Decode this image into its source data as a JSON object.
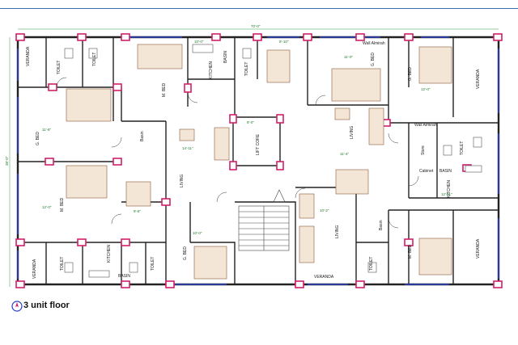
{
  "caption": "3 unit floor",
  "dimensions": {
    "top_overall": "70'-0\"",
    "left_overall": "38'-0\""
  },
  "rooms": {
    "veranda_tl": "VERANDA",
    "toilet_tl": "TOILET",
    "toilet_tl2": "TOILET",
    "m_bed_top": "M. BED",
    "kitchen_top": "KITCHEN",
    "basin_top": "BASIN",
    "toilet_top_mid": "TOILET",
    "g_bed_top_right": "G. BED",
    "wall_almirah": "Wall Almirah",
    "g_bed_far_right": "G. BED",
    "veranda_tr": "VERANDA",
    "g_bed_left": "G. BED",
    "basin_left": "Basin",
    "living_mid": "LIVING",
    "lift_core": "LIFT CORE",
    "living_right": "LIVING",
    "wall_almirah_r": "Wall Almirah",
    "store": "Store",
    "toilet_right": "TOILET",
    "cabinet": "Cabinet",
    "basin_right": "BASIN",
    "kitchen_right": "KITCHEN",
    "m_bed_left": "M. BED",
    "living_bottom": "LIVING",
    "basin_bottom_right": "Basin",
    "m_bed_bottom_right": "M. BED",
    "veranda_br": "VERANDA",
    "veranda_bl": "VERANDA",
    "toilet_bl": "TOILET",
    "kitchen_bl": "KITCHEN",
    "basin_bl": "BASIN",
    "toilet_bl2": "TOILET",
    "g_bed_bottom": "G. BED",
    "veranda_bottom": "VERANDA",
    "toilet_bottom_r": "TOILET"
  },
  "dims": {
    "d1": "8'-10\"",
    "d2": "10'-0\"",
    "d3": "11'-0\"",
    "d4": "12'-0\"",
    "d5": "14'-11\"",
    "d6": "11'-4\"",
    "d7": "11'-8\"",
    "d8": "10'-2\"",
    "d9": "12'-11\"",
    "d10": "12'-0\"",
    "d11": "10'-0\"",
    "d12": "8'-0\"",
    "d13": "9'-6\""
  }
}
